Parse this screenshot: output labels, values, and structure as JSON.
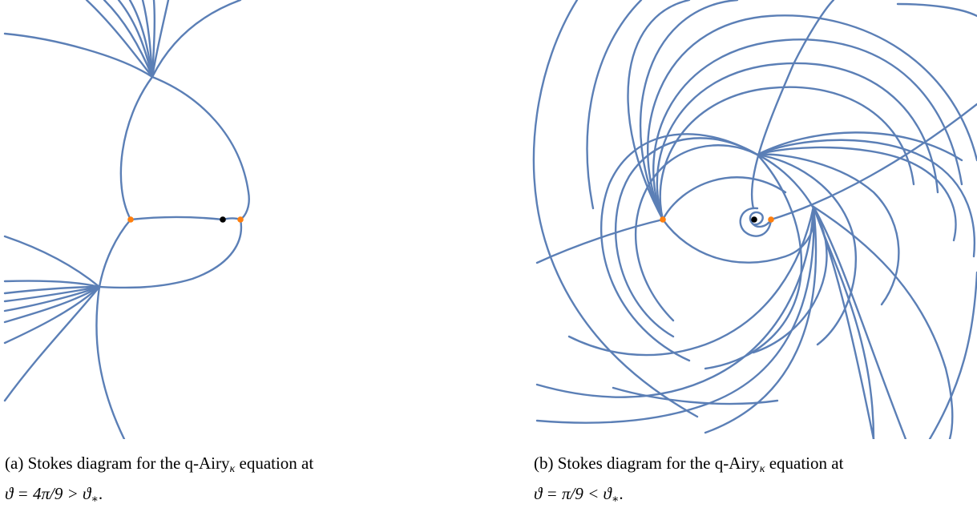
{
  "figure": {
    "panels": [
      {
        "id": "a",
        "caption_label": "(a)",
        "caption_text": "Stokes diagram for the q-Airy",
        "caption_subscript": "κ",
        "caption_suffix": " equation at",
        "caption_line2": "ϑ = 4π/9 > ϑ",
        "caption_line2_sub": "∗",
        "caption_line2_end": ".",
        "curve_color": "#5b7fb6",
        "turning_point_color": "#ff7f0e",
        "singular_point_color": "#000000"
      },
      {
        "id": "b",
        "caption_label": "(b)",
        "caption_text": "Stokes diagram for the q-Airy",
        "caption_subscript": "κ",
        "caption_suffix": " equation at",
        "caption_line2": "ϑ = π/9 < ϑ",
        "caption_line2_sub": "∗",
        "caption_line2_end": ".",
        "curve_color": "#5b7fb6",
        "turning_point_color": "#ff7f0e",
        "singular_point_color": "#000000"
      }
    ]
  }
}
